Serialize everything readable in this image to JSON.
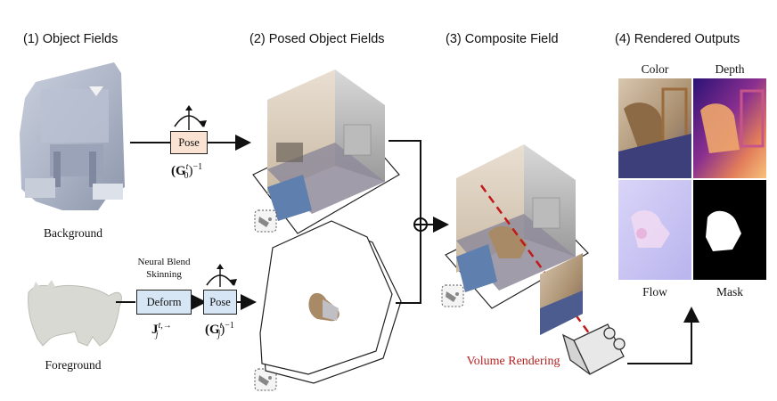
{
  "headers": {
    "object_fields": "(1) Object Fields",
    "posed_fields": "(2) Posed Object Fields",
    "composite_field": "(3) Composite Field",
    "rendered_outputs": "(4) Rendered Outputs"
  },
  "labels": {
    "background": "Background",
    "foreground": "Foreground",
    "neural_blend": "Neural Blend",
    "skinning": "Skinning",
    "volume_rendering": "Volume Rendering"
  },
  "boxes": {
    "pose_top": "Pose",
    "deform": "Deform",
    "pose_bottom": "Pose"
  },
  "math": {
    "g0_base": "(G",
    "g0_sup": "t",
    "g0_sub": "0",
    "g0_tail": ")",
    "g0_exp": "−1",
    "jj_base": "J",
    "jj_sup": "t,→",
    "jj_sub": "j",
    "gj_base": "(G",
    "gj_sup": "t",
    "gj_sub": "j",
    "gj_tail": ")",
    "gj_exp": "−1"
  },
  "outputs": {
    "color": "Color",
    "depth": "Depth",
    "flow": "Flow",
    "mask": "Mask"
  },
  "colors": {
    "box_peach": "#fbe3d3",
    "box_blue": "#d6e6f5",
    "volume_red": "#b22222",
    "depth_purple": "#3b1a8a",
    "depth_orange": "#f7b26a",
    "flow_lavender": "#c8c3f2"
  }
}
